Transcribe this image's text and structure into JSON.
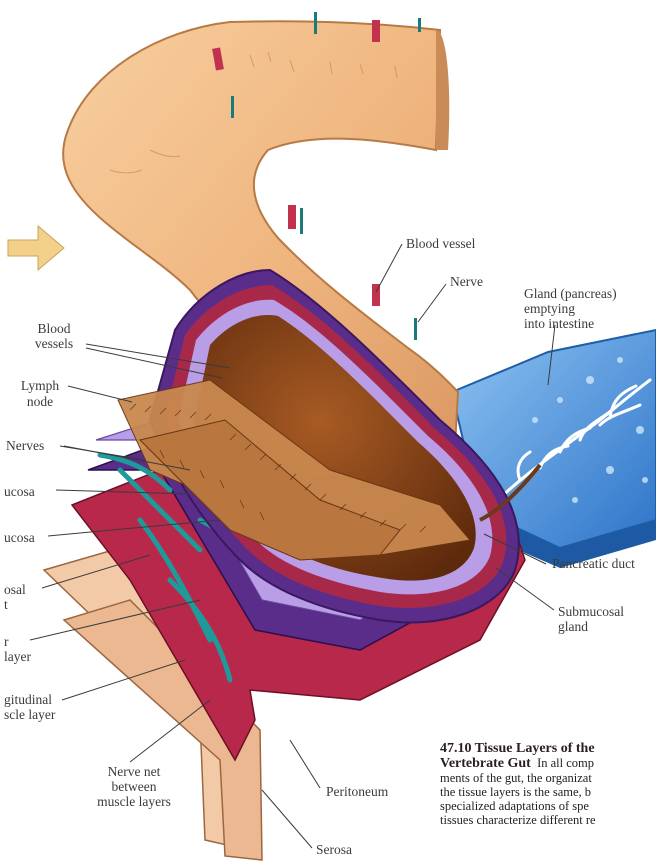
{
  "labels": {
    "blood_vessel": "Blood vessel",
    "nerve": "Nerve",
    "gland_l1": "Gland (pancreas)",
    "gland_l2": "emptying",
    "gland_l3": "into intestine",
    "blood_vessels_l1": "Blood",
    "blood_vessels_l2": "vessels",
    "lymph_l1": "Lymph",
    "lymph_l2": "node",
    "nerves": "Nerves",
    "mucosa": "ucosa",
    "submucosa": "ucosa",
    "muscularis_mucosa_l1": "osal",
    "muscularis_mucosa_l2": "t",
    "circular_l1": "r",
    "circular_l2": "layer",
    "longitudinal_l1": "gitudinal",
    "longitudinal_l2": "scle layer",
    "nerve_net_l1": "Nerve net",
    "nerve_net_l2": "between",
    "nerve_net_l3": "muscle layers",
    "peritoneum": "Peritoneum",
    "serosa": "Serosa",
    "pancreatic_duct": "Pancreatic duct",
    "submucosal_l1": "Submucosal",
    "submucosal_l2": "gland"
  },
  "caption": {
    "number": "47.10",
    "title_l1": "Tissue Layers of the",
    "title_l2": "Vertebrate Gut",
    "text_l2": "In all comp",
    "text_l3": "ments of the gut, the organizat",
    "text_l4": "the tissue layers is the same, b",
    "text_l5": "specialized adaptations of spe",
    "text_l6": "tissues characterize different re"
  },
  "colors": {
    "gut_outer": "#f3c08e",
    "gut_shadow": "#c98b57",
    "lumen": "#8a4a1c",
    "muscle_purple": "#5a2d82",
    "muscle_red": "#a01f3a",
    "lilac": "#b89be6",
    "teal": "#2a9c9c",
    "pancreas_blue": "#3d86d6",
    "arrow": "#f2d08a"
  }
}
